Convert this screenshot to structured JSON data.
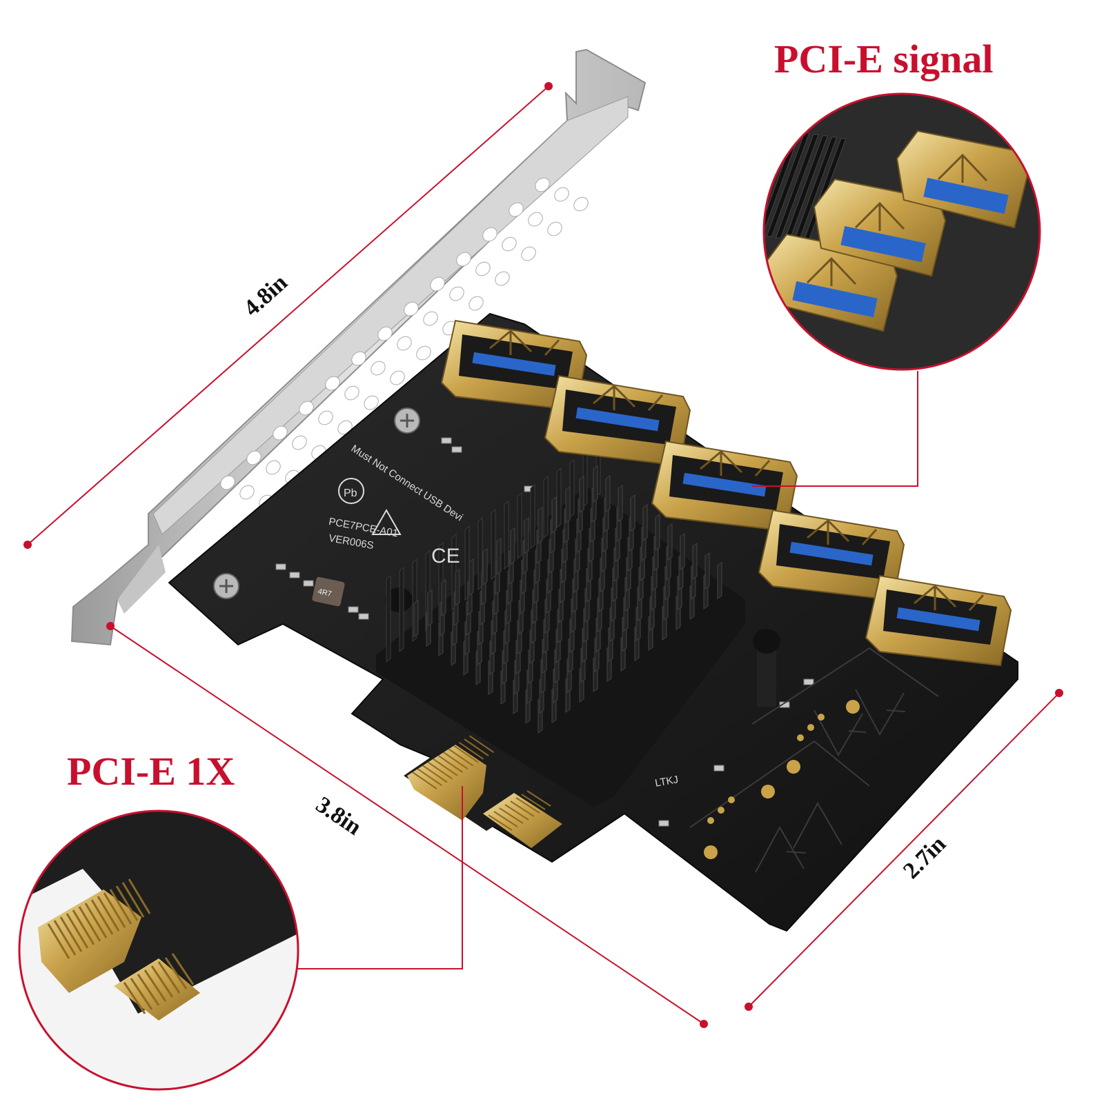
{
  "callouts": {
    "top_right": "PCI-E signal",
    "bottom_left": "PCI-E 1X"
  },
  "dimensions": {
    "length": "4.8in",
    "width": "3.8in",
    "height": "2.7in"
  },
  "pcb_silkscreen": {
    "warning": "Must Not Connect USB Devi",
    "model": "PCE7PCE-A01",
    "version": "VER006S",
    "brand": "LTKJ",
    "inductor": "4R7",
    "ce_mark": "CE"
  },
  "colors": {
    "accent": "#c8102e",
    "pcb": "#1a1a1a",
    "gold": "#c9a24a",
    "usb_blue": "#2a66c9",
    "bracket": "#c9c9c9"
  },
  "usb_port_count": 5
}
